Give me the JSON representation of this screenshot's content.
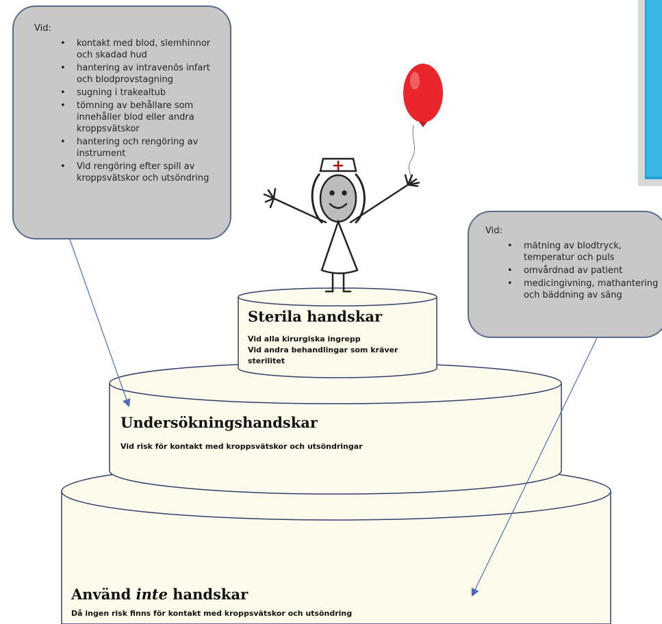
{
  "left_callout": {
    "heading": "Vid:",
    "items": [
      "kontakt med blod, slemhinnor och skadad hud",
      "hantering av intravenös infart och blodprovstagning",
      "sugning i trakealtub",
      "tömning av behållare som innehåller blod eller andra kroppsvätskor",
      "hantering och rengöring av instrument",
      "Vid rengöring efter spill av kroppsvätskor och utsöndring"
    ]
  },
  "right_callout": {
    "heading": "Vid:",
    "items": [
      "mätning av blodtryck, temperatur och puls",
      "omvårdnad av patient",
      "medicingivning, mathantering och bäddning av säng"
    ]
  },
  "tiers": {
    "top": {
      "title": "Sterila handskar",
      "line1": "Vid alla kirurgiska ingrepp",
      "line2": "Vid andra behandlingar som kräver sterilitet"
    },
    "middle": {
      "title": "Undersökningshandskar",
      "text": "Vid risk för kontakt med kroppsvätskor och utsöndringar"
    },
    "bottom": {
      "title_before": "Använd ",
      "title_emph": "inte",
      "title_after": " handskar",
      "text": "Då ingen risk finns för kontakt med kroppsvätskor och utsöndring"
    }
  },
  "colors": {
    "cake_fill": "#fffbec",
    "cake_stroke": "#2e3f6e",
    "callout_fill": "#c8c8c8",
    "balloon": "#e8262b",
    "arrow": "#4a6bb8",
    "corner_image_border": "#1fa3d6"
  }
}
